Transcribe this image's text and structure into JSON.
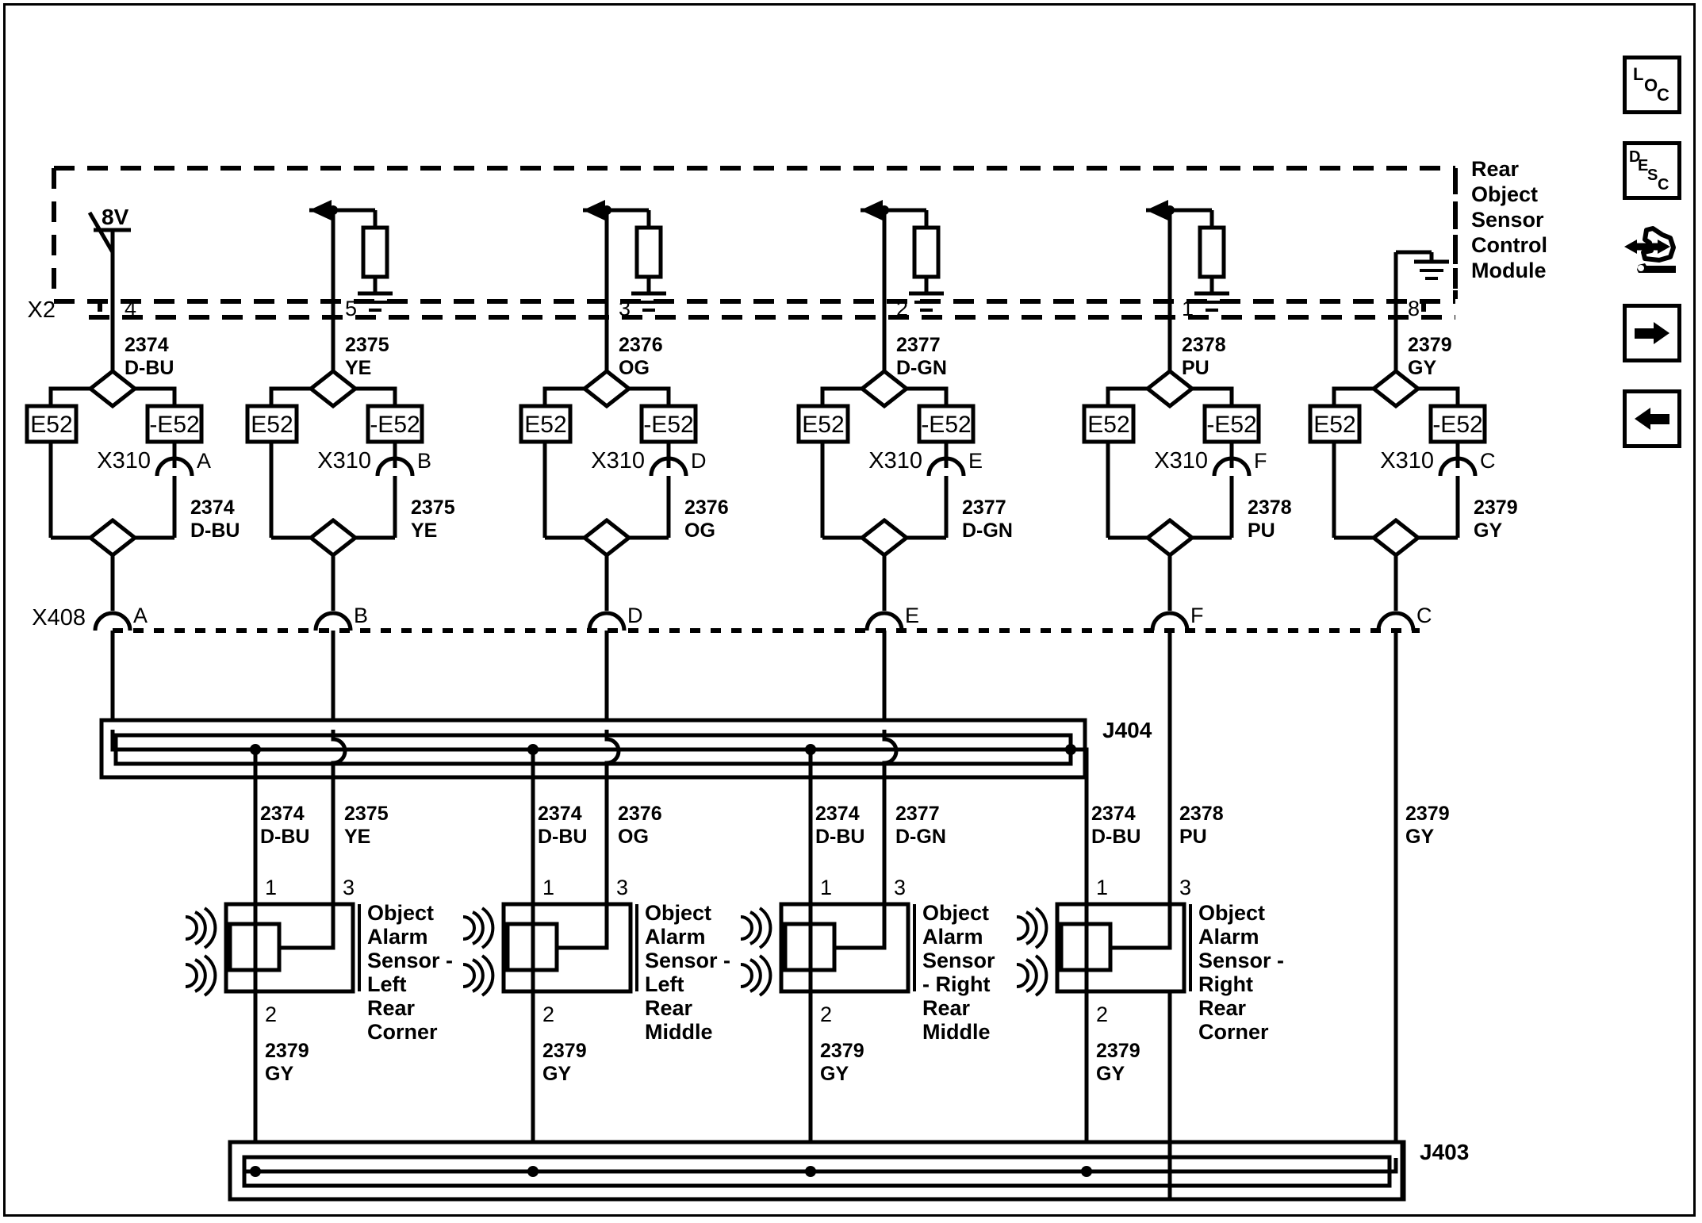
{
  "diagram": {
    "module": {
      "label_lines": [
        "Rear",
        "Object",
        "Sensor",
        "Control",
        "Module"
      ],
      "connector_id": "X2",
      "voltage_label": "8V",
      "pins": [
        {
          "number": "4",
          "wire_number": "2374",
          "wire_color": "D-BU",
          "type": "power-switch"
        },
        {
          "number": "5",
          "wire_number": "2375",
          "wire_color": "YE",
          "type": "signal-pullup"
        },
        {
          "number": "3",
          "wire_number": "2376",
          "wire_color": "OG",
          "type": "signal-pullup"
        },
        {
          "number": "2",
          "wire_number": "2377",
          "wire_color": "D-GN",
          "type": "signal-pullup"
        },
        {
          "number": "1",
          "wire_number": "2378",
          "wire_color": "PU",
          "type": "signal-pullup"
        },
        {
          "number": "8",
          "wire_number": "2379",
          "wire_color": "GY",
          "type": "ground"
        }
      ]
    },
    "splice_blocks": [
      {
        "left_box": "E52",
        "right_box": "-E52",
        "connector": "X310",
        "pin": "A",
        "wire_number": "2374",
        "wire_color": "D-BU"
      },
      {
        "left_box": "E52",
        "right_box": "-E52",
        "connector": "X310",
        "pin": "B",
        "wire_number": "2375",
        "wire_color": "YE"
      },
      {
        "left_box": "E52",
        "right_box": "-E52",
        "connector": "X310",
        "pin": "D",
        "wire_number": "2376",
        "wire_color": "OG"
      },
      {
        "left_box": "E52",
        "right_box": "-E52",
        "connector": "X310",
        "pin": "E",
        "wire_number": "2377",
        "wire_color": "D-GN"
      },
      {
        "left_box": "E52",
        "right_box": "-E52",
        "connector": "X310",
        "pin": "F",
        "wire_number": "2378",
        "wire_color": "PU"
      },
      {
        "left_box": "E52",
        "right_box": "-E52",
        "connector": "X310",
        "pin": "C",
        "wire_number": "2379",
        "wire_color": "GY"
      }
    ],
    "connector_x408": {
      "id": "X408",
      "pins": [
        "A",
        "B",
        "D",
        "E",
        "F",
        "C"
      ]
    },
    "harness_upper": {
      "id": "J404"
    },
    "harness_lower": {
      "id": "J403"
    },
    "mid_wire_labels": [
      {
        "number": "2374",
        "color": "D-BU"
      },
      {
        "number": "2375",
        "color": "YE"
      },
      {
        "number": "2374",
        "color": "D-BU"
      },
      {
        "number": "2376",
        "color": "OG"
      },
      {
        "number": "2374",
        "color": "D-BU"
      },
      {
        "number": "2377",
        "color": "D-GN"
      },
      {
        "number": "2374",
        "color": "D-BU"
      },
      {
        "number": "2378",
        "color": "PU"
      },
      {
        "number": "2379",
        "color": "GY"
      }
    ],
    "sensors": [
      {
        "pin_left": "1",
        "pin_right": "3",
        "pin_bottom": "2",
        "desc_lines": [
          "Object",
          "Alarm",
          "Sensor -",
          "Left",
          "Rear",
          "Corner"
        ],
        "ground_wire_number": "2379",
        "ground_wire_color": "GY"
      },
      {
        "pin_left": "1",
        "pin_right": "3",
        "pin_bottom": "2",
        "desc_lines": [
          "Object",
          "Alarm",
          "Sensor -",
          "Left",
          "Rear",
          "Middle"
        ],
        "ground_wire_number": "2379",
        "ground_wire_color": "GY"
      },
      {
        "pin_left": "1",
        "pin_right": "3",
        "pin_bottom": "2",
        "desc_lines": [
          "Object",
          "Alarm",
          "Sensor",
          "- Right",
          "Rear",
          "Middle"
        ],
        "ground_wire_number": "2379",
        "ground_wire_color": "GY"
      },
      {
        "pin_left": "1",
        "pin_right": "3",
        "pin_bottom": "2",
        "desc_lines": [
          "Object",
          "Alarm",
          "Sensor -",
          "Right",
          "Rear",
          "Corner"
        ],
        "ground_wire_number": "2379",
        "ground_wire_color": "GY"
      }
    ]
  },
  "toolbar": {
    "buttons": [
      {
        "icon": "loc-icon",
        "label": "LOC",
        "letters": [
          "L",
          "O",
          "C"
        ]
      },
      {
        "icon": "desc-icon",
        "label": "DESC",
        "letters": [
          "D",
          "E",
          "S",
          "C"
        ]
      },
      {
        "icon": "diagnostic-hand-wrench-icon",
        "label": ""
      },
      {
        "icon": "arrow-right-icon",
        "label": ""
      },
      {
        "icon": "arrow-left-icon",
        "label": ""
      }
    ]
  },
  "colors": {
    "line": "#000000",
    "background": "#ffffff"
  }
}
